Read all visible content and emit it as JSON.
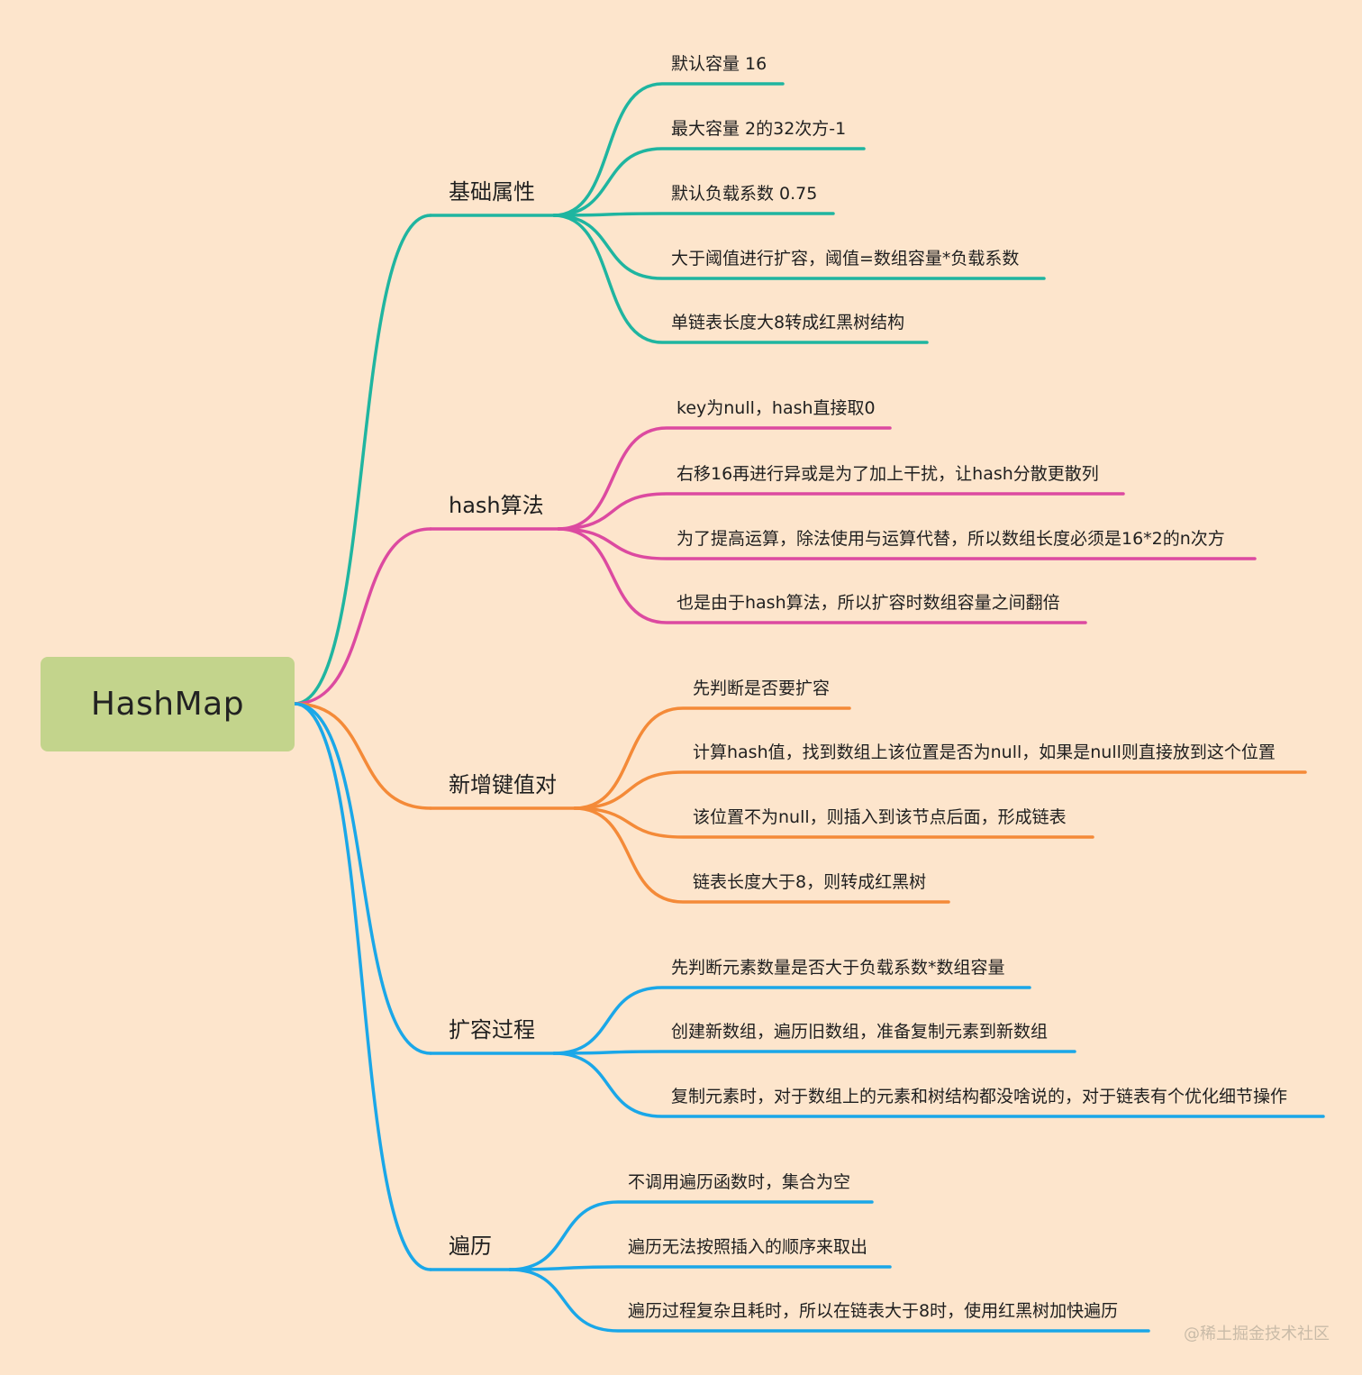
{
  "root": {
    "label": "HashMap",
    "color": "#c3d48c"
  },
  "branches": [
    {
      "label": "基础属性",
      "color": "#1fb5a0",
      "leaves": [
        "默认容量 16",
        "最大容量 2的32次方-1",
        "默认负载系数 0.75",
        "大于阈值进行扩容，阈值=数组容量*负载系数",
        "单链表长度大8转成红黑树结构"
      ]
    },
    {
      "label": "hash算法",
      "color": "#dc4aa0",
      "leaves": [
        "key为null，hash直接取0",
        "右移16再进行异或是为了加上干扰，让hash分散更散列",
        "为了提高运算，除法使用与运算代替，所以数组长度必须是16*2的n次方",
        "也是由于hash算法，所以扩容时数组容量之间翻倍"
      ]
    },
    {
      "label": "新增键值对",
      "color": "#f48a38",
      "leaves": [
        "先判断是否要扩容",
        "计算hash值，找到数组上该位置是否为null，如果是null则直接放到这个位置",
        "该位置不为null，则插入到该节点后面，形成链表",
        "链表长度大于8，则转成红黑树"
      ]
    },
    {
      "label": "扩容过程",
      "color": "#1aa7e8",
      "leaves": [
        "先判断元素数量是否大于负载系数*数组容量",
        "创建新数组，遍历旧数组，准备复制元素到新数组",
        "复制元素时，对于数组上的元素和树结构都没啥说的，对于链表有个优化细节操作"
      ]
    },
    {
      "label": "遍历",
      "color": "#1aa7e8",
      "leaves": [
        "不调用遍历函数时，集合为空",
        "遍历无法按照插入的顺序来取出",
        "遍历过程复杂且耗时，所以在链表大于8时，使用红黑树加快遍历"
      ]
    }
  ],
  "watermark": "@稀土掘金技术社区"
}
